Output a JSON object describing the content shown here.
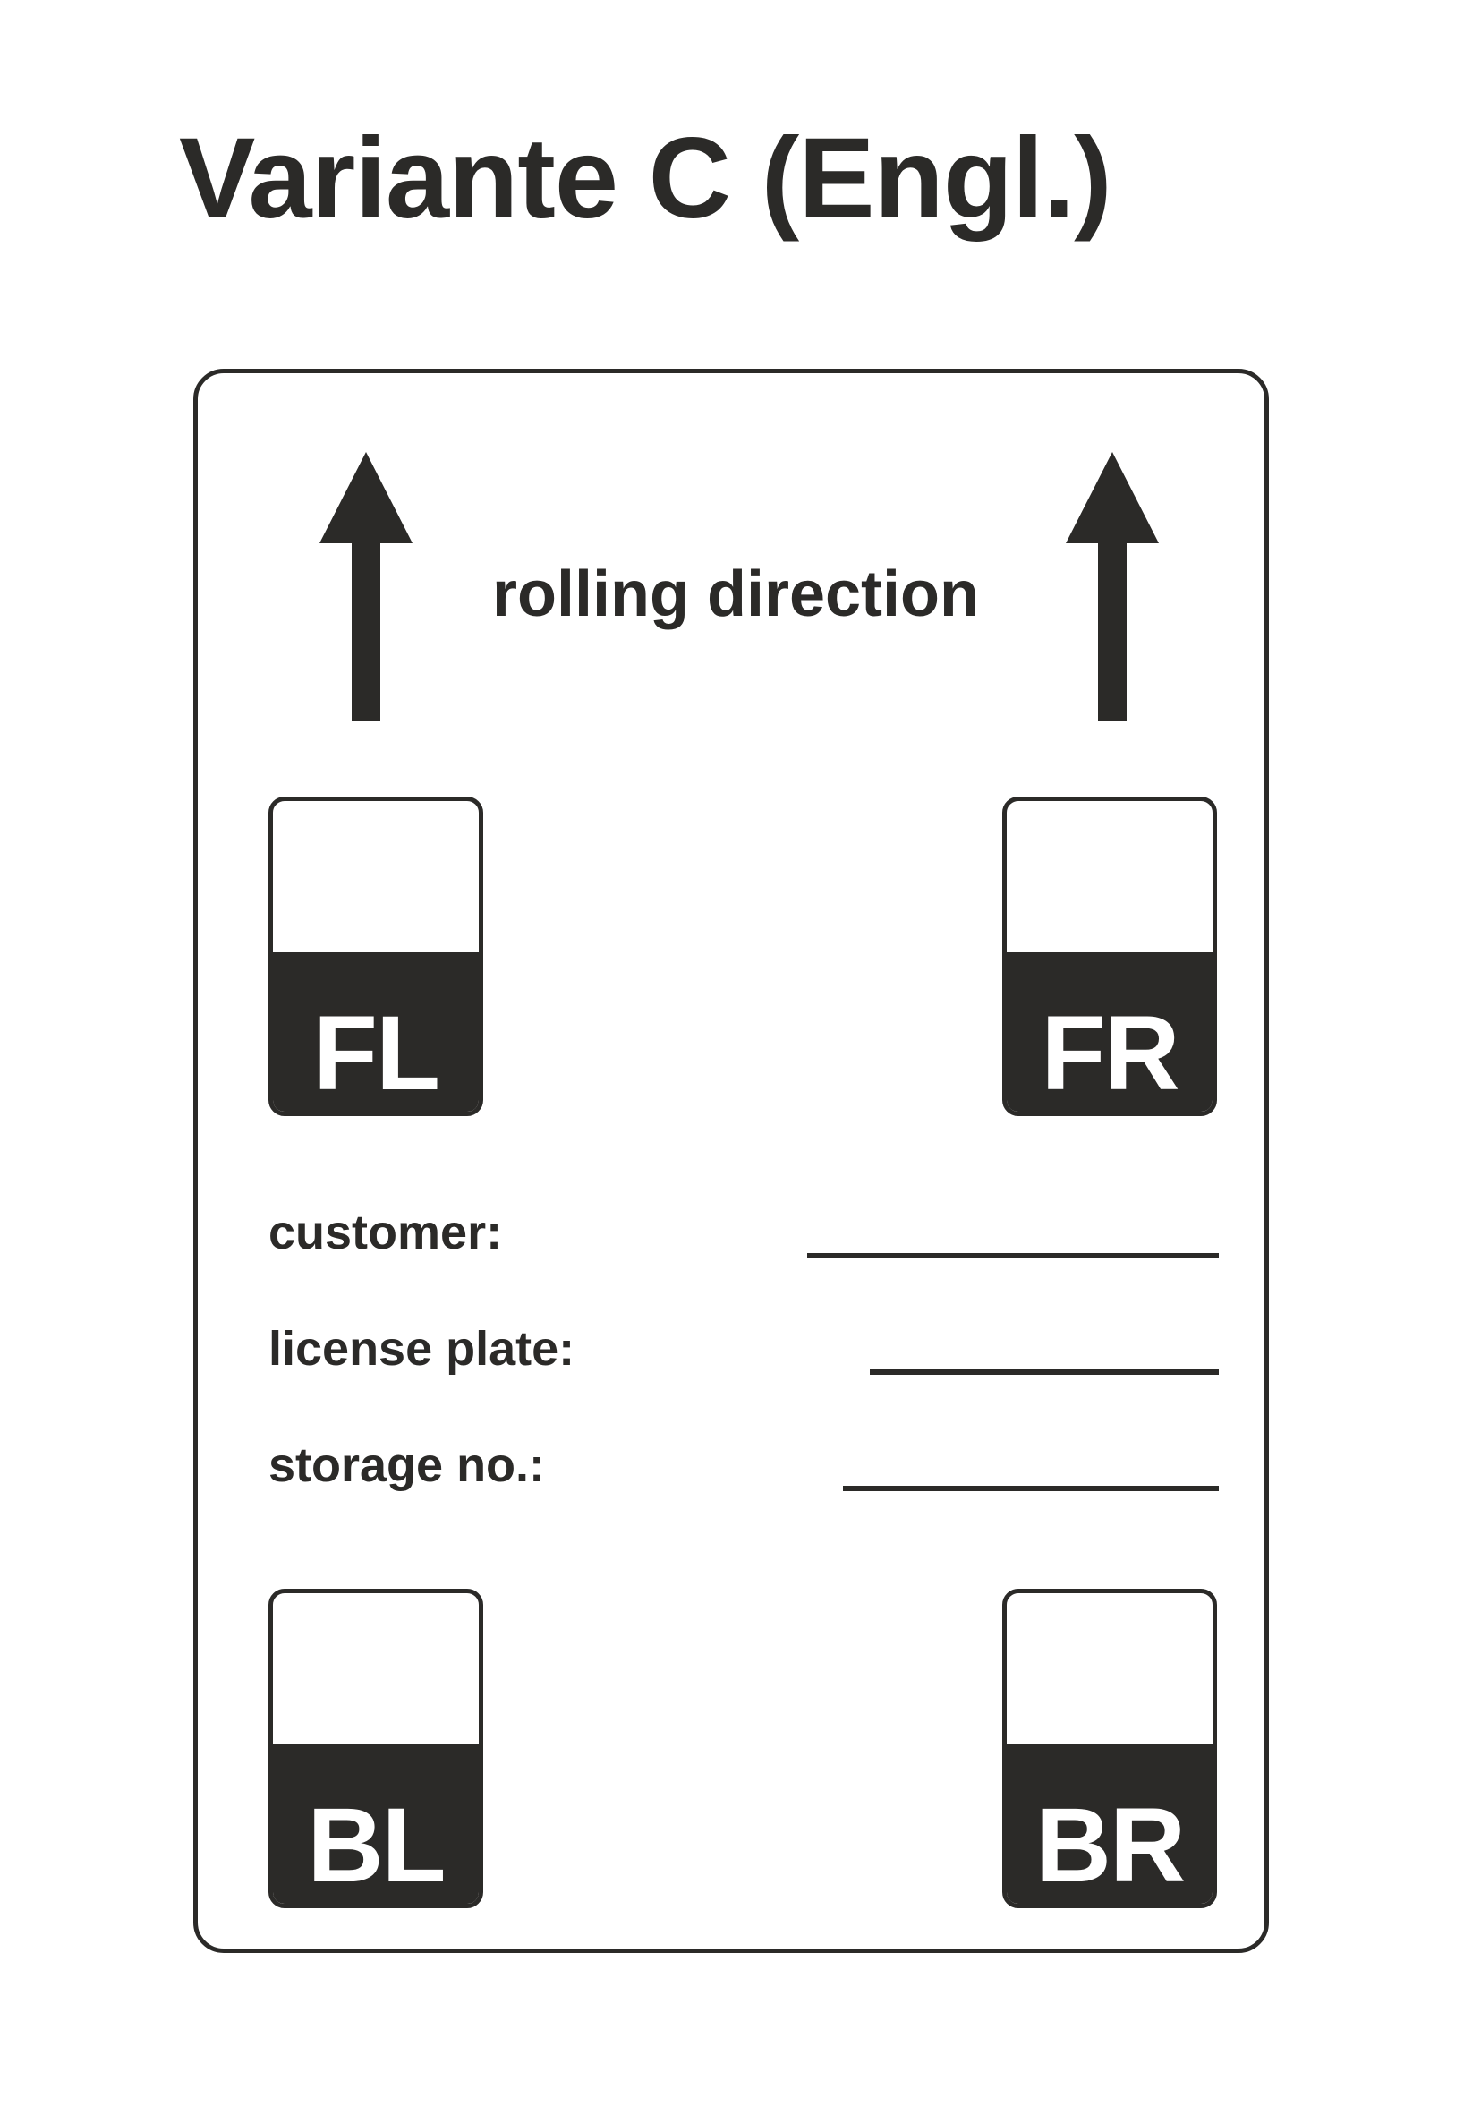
{
  "page": {
    "title": "Variante C (Engl.)",
    "background_color": "#ffffff",
    "ink_color": "#2b2a28"
  },
  "label_card": {
    "rolling_direction": {
      "text": "rolling direction",
      "left_arrow_icon": "arrow-up-icon",
      "right_arrow_icon": "arrow-up-icon"
    },
    "wheel_boxes": [
      {
        "position": "front-left",
        "code": "FL"
      },
      {
        "position": "front-right",
        "code": "FR"
      },
      {
        "position": "back-left",
        "code": "BL"
      },
      {
        "position": "back-right",
        "code": "BR"
      }
    ],
    "fields": [
      {
        "label": "customer:",
        "value": ""
      },
      {
        "label": "license plate:",
        "value": ""
      },
      {
        "label": "storage no.:",
        "value": ""
      }
    ]
  }
}
